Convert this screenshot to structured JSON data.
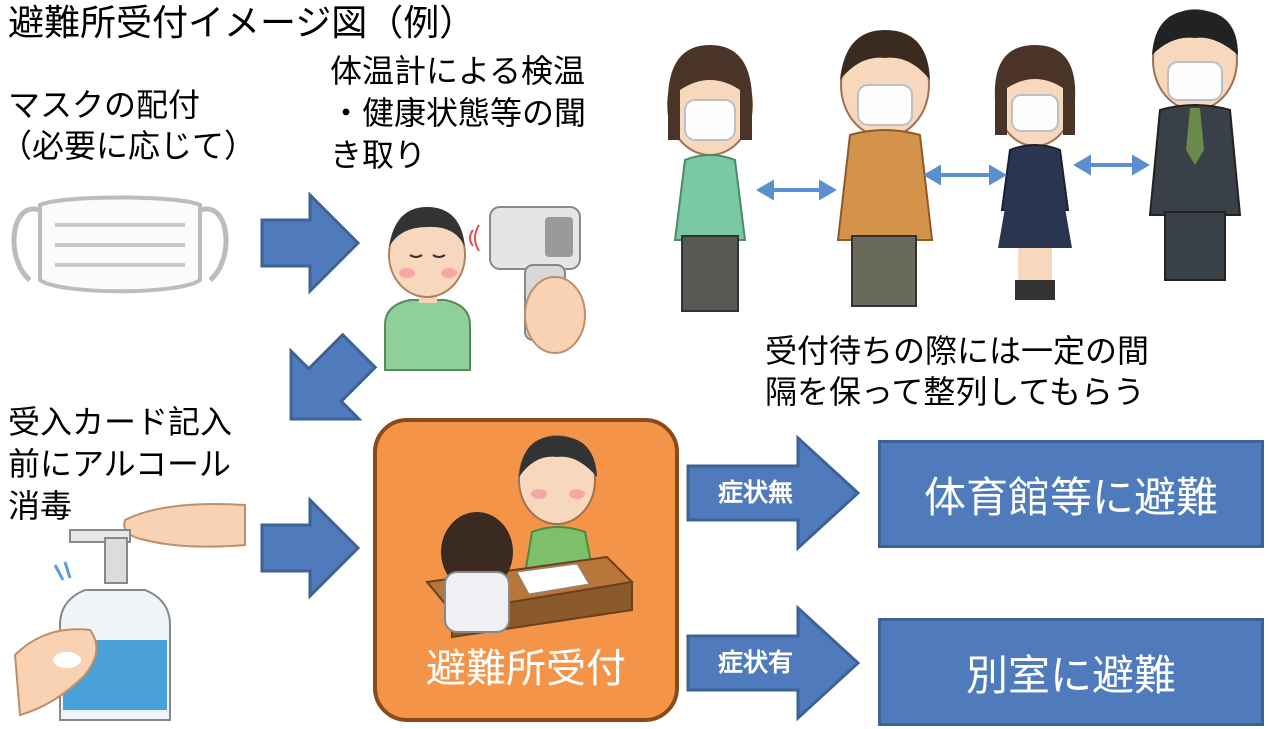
{
  "title": "避難所受付イメージ図（例）",
  "mask_label": {
    "line1": "マスクの配付",
    "line2": "（必要に応じて）"
  },
  "temp_label": {
    "line1": "体温計による検温",
    "line2": "・健康状態等の聞",
    "line3": "き取り"
  },
  "queue_label": {
    "line1": "受付待ちの際には一定の間",
    "line2": "隔を保って整列してもらう"
  },
  "alcohol_label": {
    "line1": "受入カード記入",
    "line2": "前にアルコール",
    "line3": "消毒"
  },
  "reception_label": "避難所受付",
  "branch_no": {
    "label": "症状無",
    "destination": "体育館等に避難"
  },
  "branch_yes": {
    "label": "症状有",
    "destination": "別室に避難"
  },
  "colors": {
    "arrow": "#4f7bbc",
    "arrow_border": "#3d6394",
    "reception_fill": "#f39448",
    "reception_border": "#8a4b1c",
    "box_fill": "#4f7bbc"
  }
}
